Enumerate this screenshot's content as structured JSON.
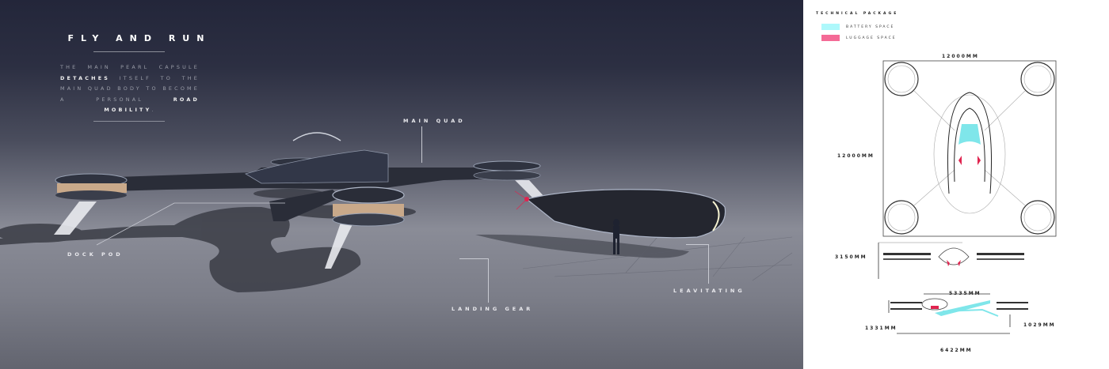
{
  "left_panel": {
    "title": "FLY AND RUN",
    "description": {
      "part1": "THE MAIN PEARL CAPSULE ",
      "bold1": "DETACHES",
      "part2": " ITSELF TO THE MAIN QUAD BODY TO BECOME A PERSONAL ",
      "bold2": "ROAD MOBILITY",
      "part3": "."
    },
    "callouts": {
      "main_quad": "MAIN QUAD",
      "dock_pod": "DOCK POD",
      "landing_gear": "LANDING GEAR",
      "leavitating": "LEAVITATING"
    }
  },
  "right_panel": {
    "title": "TECHNICAL PACKAGE",
    "legend": [
      {
        "label": "BATTERY SPACE",
        "color": "#aef8fb"
      },
      {
        "label": "LUGGAGE SPACE",
        "color": "#f46a96"
      }
    ],
    "dimensions": {
      "top_width": "12000MM",
      "top_height": "12000MM",
      "front_height": "3150MM",
      "side_length_upper": "5335MM",
      "side_height_left": "1331MM",
      "side_height_right": "1029MM",
      "side_length_lower": "6422MM"
    }
  },
  "colors": {
    "battery": "#7fe6ea",
    "luggage": "#e0244f",
    "bg_dark": "#23263a"
  }
}
